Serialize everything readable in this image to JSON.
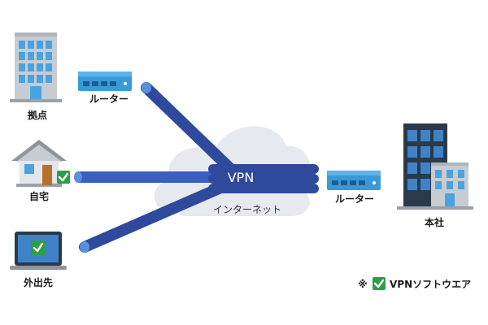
{
  "nodes": {
    "branch": {
      "label": "拠点"
    },
    "home": {
      "label": "自宅"
    },
    "remote": {
      "label": "外出先"
    },
    "hq": {
      "label": "本社"
    }
  },
  "routers": {
    "left": {
      "label": "ルーター"
    },
    "right": {
      "label": "ルーター"
    }
  },
  "cloud": {
    "vpn_label": "VPN",
    "internet_label": "インターネット"
  },
  "legend": {
    "mark": "※",
    "text": "VPNソフトウエア"
  },
  "colors": {
    "tunnel": "#2f4a9c",
    "tunnel_light": "#3b5fc0",
    "cloud": "#e6e9ee",
    "building_blue": "#4aa3df",
    "building_gray": "#c7ccd2",
    "router": "#3a9ad9",
    "check_green": "#2e9e48"
  }
}
